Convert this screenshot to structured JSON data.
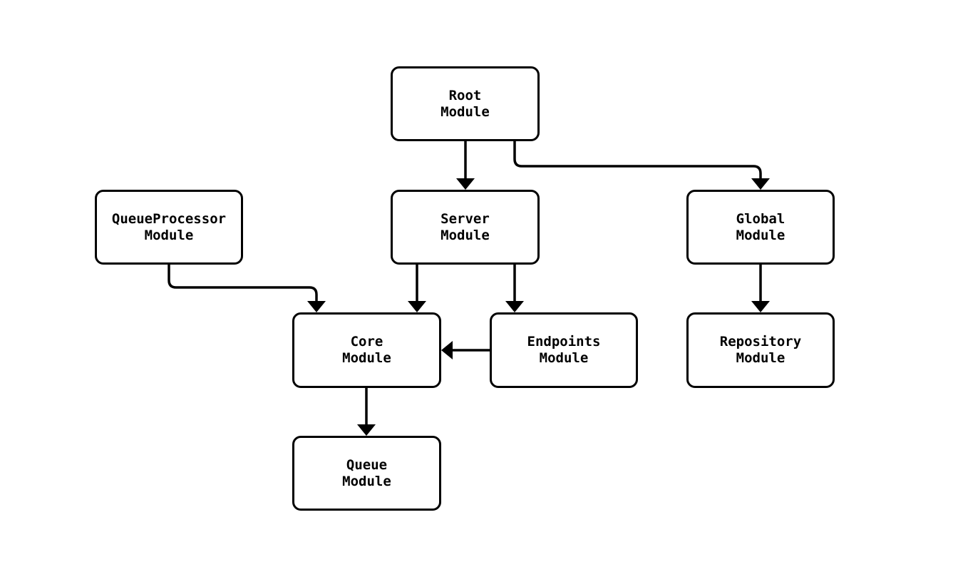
{
  "diagram": {
    "type": "module-dependency-flowchart",
    "background_color": "#ffffff",
    "node_fill_color": "#ffffff",
    "node_border_color": "#000000",
    "edge_color": "#000000",
    "text_color": "#000000",
    "arrow_style": "filled-triangle",
    "nodes": [
      {
        "id": "root",
        "label": "Root Module",
        "line1": "Root",
        "line2": "Module"
      },
      {
        "id": "server",
        "label": "Server Module",
        "line1": "Server",
        "line2": "Module"
      },
      {
        "id": "queueprocessor",
        "label": "QueueProcessor Module",
        "line1": "QueueProcessor",
        "line2": "Module"
      },
      {
        "id": "global",
        "label": "Global Module",
        "line1": "Global",
        "line2": "Module"
      },
      {
        "id": "core",
        "label": "Core Module",
        "line1": "Core",
        "line2": "Module"
      },
      {
        "id": "endpoints",
        "label": "Endpoints Module",
        "line1": "Endpoints",
        "line2": "Module"
      },
      {
        "id": "repository",
        "label": "Repository Module",
        "line1": "Repository",
        "line2": "Module"
      },
      {
        "id": "queue",
        "label": "Queue Module",
        "line1": "Queue",
        "line2": "Module"
      }
    ],
    "edges": [
      {
        "from": "Root Module",
        "to": "Server Module"
      },
      {
        "from": "Root Module",
        "to": "Global Module"
      },
      {
        "from": "QueueProcessor Module",
        "to": "Core Module"
      },
      {
        "from": "Server Module",
        "to": "Core Module"
      },
      {
        "from": "Server Module",
        "to": "Endpoints Module"
      },
      {
        "from": "Endpoints Module",
        "to": "Core Module"
      },
      {
        "from": "Global Module",
        "to": "Repository Module"
      },
      {
        "from": "Core Module",
        "to": "Queue Module"
      }
    ]
  }
}
